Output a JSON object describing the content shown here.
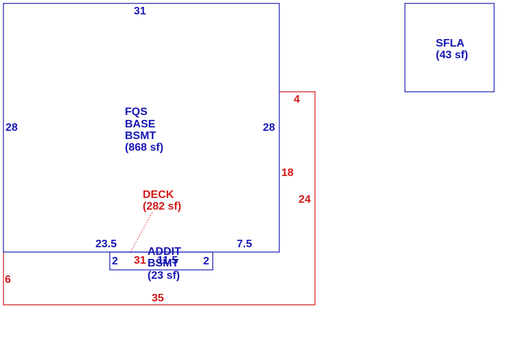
{
  "colors": {
    "main": "#1616b4",
    "deck": "#d01818"
  },
  "main_area": {
    "name_lines": [
      "FQS",
      "BASE",
      "BSMT"
    ],
    "area": "(868 sf)",
    "dims": {
      "top": "31",
      "left": "28",
      "right": "28",
      "bottom_left": "23.5",
      "bottom_right": "7.5"
    }
  },
  "addition": {
    "name_lines": [
      "ADDIT",
      "BSMT"
    ],
    "area": "(23 sf)",
    "dims": {
      "left": "2",
      "right": "2",
      "bottom": "11.5"
    }
  },
  "deck": {
    "name": "DECK",
    "area": "(282 sf)",
    "dims": {
      "top": "4",
      "right_inner": "18",
      "right_outer": "24",
      "left": "6",
      "bottom": "35",
      "inner": "31"
    }
  },
  "sfla": {
    "name": "SFLA",
    "area": "(43 sf)"
  }
}
